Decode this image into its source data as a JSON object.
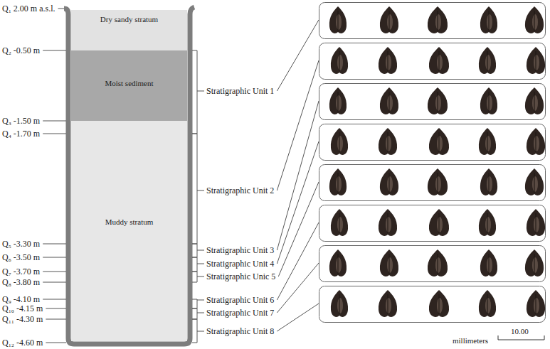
{
  "diagram": {
    "nodes": [
      {
        "text": [
          "Dry sandy stratum"
        ]
      },
      {
        "text": [
          "Moist sediment"
        ]
      },
      {
        "text": [
          "Muddy stratum"
        ]
      }
    ],
    "labels": [
      "Q₁ 2.00 m a.s.l.",
      "Q₂ -0.50 m",
      "Q₃ -1.50 m",
      "Q₄ -1.70 m",
      "Q₅ -3.30 m",
      "Q₆ -3.50 m",
      "Q₇ -3.70 m",
      "Q₈ -3.80 m",
      "Q₉ -4.10 m",
      "Q₁₀ -4.15 m",
      "Q₁₁ -4.30 m",
      "Q₁₂ -4.60 m",
      "Stratigraphic Unit 1",
      "Stratigraphic Unit 2",
      "Stratigraphic Unit 3",
      "Stratigraphic Unit 4",
      "Stratigraphic Unic 5",
      "Stratigraphic Unit 6",
      "Stratigraphic Unit 7",
      "Stratigraphic Unit 8",
      "millimeters",
      "10.00"
    ]
  }
}
